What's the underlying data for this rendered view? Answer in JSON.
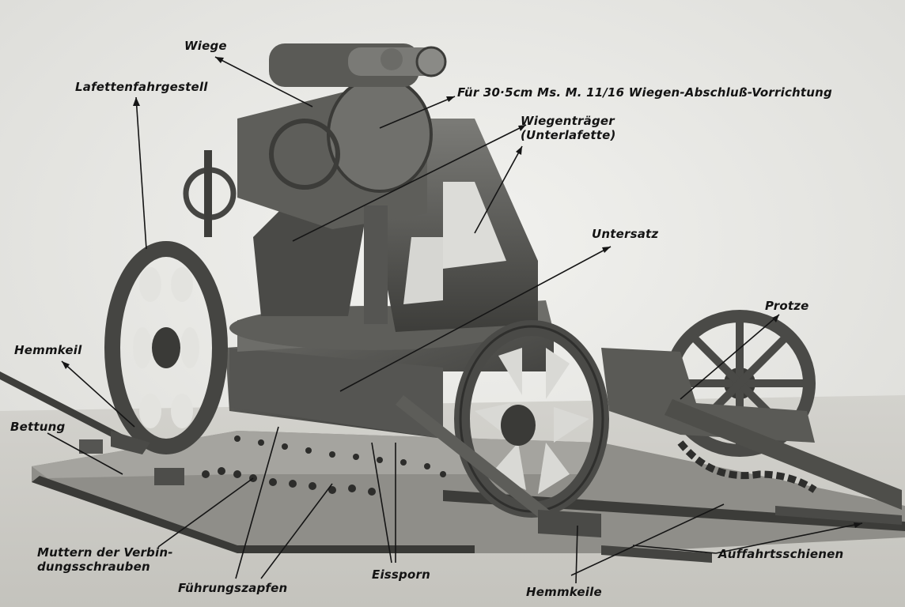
{
  "labels": {
    "wiege": "Wiege",
    "lafettenfahrgestell": "Lafettenfahrgestell",
    "fuer_305": "Für 30·5cm Ms. M. 11/16 Wiegen-Abschluß-Vorrichtung",
    "wiegentraeger": "Wiegenträger\n(Unterlafette)",
    "untersatz": "Untersatz",
    "protze": "Protze",
    "hemmkeil": "Hemmkeil",
    "bettung": "Bettung",
    "muttern": "Muttern der Verbin-\ndungsschrauben",
    "fuehrungszapfen": "Führungszapfen",
    "eissporn": "Eissporn",
    "hemmkeile": "Hemmkeile",
    "auffahrtsschienen": "Auffahrtsschienen"
  }
}
